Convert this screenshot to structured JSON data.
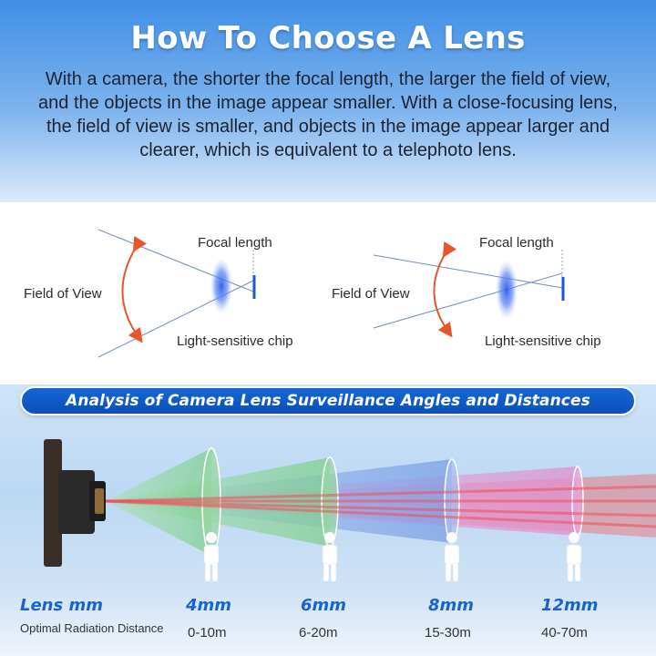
{
  "header": {
    "title": "How To Choose A Lens",
    "intro": "With a camera, the shorter the focal length, the larger the field of view, and the objects in the image appear smaller. With a close-focusing lens, the field of view is smaller, and objects in the image appear larger and clearer, which is equivalent to a telephoto lens."
  },
  "diagrams": [
    {
      "focal_label": "Focal length",
      "fov_label": "Field of View",
      "chip_label": "Light-sensitive chip"
    },
    {
      "focal_label": "Focal length",
      "fov_label": "Field of View",
      "chip_label": "Light-sensitive chip"
    }
  ],
  "analysis": {
    "banner": "Analysis of Camera Lens Surveillance Angles and Distances",
    "lens_heading": "Lens mm",
    "distance_label": "Optimal Radiation Distance",
    "lenses": [
      {
        "mm": "4mm",
        "distance": "0-10m"
      },
      {
        "mm": "6mm",
        "distance": "6-20m"
      },
      {
        "mm": "8mm",
        "distance": "15-30m"
      },
      {
        "mm": "12mm",
        "distance": "40-70m"
      }
    ]
  },
  "colors": {
    "accent_blue": "#1763d2",
    "arrow_orange": "#e8552a",
    "cone_green": "#8fd49a",
    "cone_blue": "#8fb0e8",
    "cone_pink": "#e69ad2",
    "ray_red": "#ee5a5a"
  }
}
